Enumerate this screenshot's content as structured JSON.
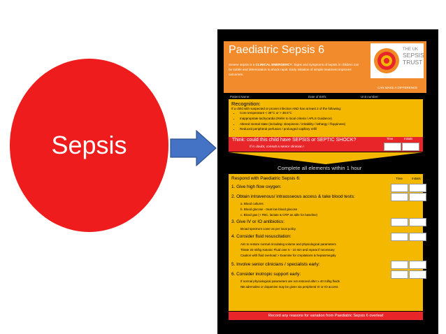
{
  "circle": {
    "label": "Sepsis"
  },
  "poster": {
    "title": "Paediatric Sepsis 6",
    "intro": {
      "prefix": "Severe sepsis is a ",
      "emphasis": "CLINICAL EMERGENCY",
      "rest": ". Signs and symptoms of sepsis in children can be subtle and deterioration to shock rapid. Early initiation of simple treatment improves outcomes."
    },
    "logo": {
      "line1": "THE UK",
      "line2": "SEPSIS",
      "line3": "TRUST"
    },
    "tagline": "CAN MAKE A DIFFERENCE",
    "patient_labels": [
      "Patient Name:",
      "Date of Birth:",
      "Unit number:"
    ],
    "recognition": {
      "title": "Recognition:",
      "subtitle": "If a child with suspected or proven infection AND has at least 2 of the following:",
      "criteria": [
        "Core temperature < 36°C or > 38.5°C",
        "Inappropriate tachycardia (Refer to local criteria / APLS Guidance)",
        "Altered mental state (including: sleepiness / irritability / lethargy / floppiness)",
        "Reduced peripheral perfusion / prolonged capillary refill"
      ]
    },
    "think": {
      "question": "Think: could this child have SEPSIS or SEPTIC SHOCK?",
      "advice": "If in doubt, consult a senior clinician !",
      "time_label": "Time",
      "initials_label": "Initials"
    },
    "complete": "Complete all elements within 1 hour",
    "respond": {
      "title": "Respond with Paediatric Sepsis 6:",
      "time_label": "Time",
      "initials_label": "Initials",
      "s1": {
        "title": "1. Give high flow oxygen:"
      },
      "s2": {
        "title": "2. Obtain intravenous/ intraosseous access & take blood tests:",
        "a": "a. Blood cultures",
        "b": "b. Blood glucose - treat low blood glucose",
        "c": "c. Blood gas (+ FBC, lactate & CRP as able for baseline)"
      },
      "s3": {
        "title": "3. Give IV or IO antibiotics:",
        "a": "Broad spectrum cover as per local policy"
      },
      "s4": {
        "title": "4. Consider fluid resuscitation:",
        "a": "Aim to restore normal circulating volume and physiological parameters",
        "b": "Titrate 20 ml/kg Isotonic Fluid over 5 - 10 min and repeat if necessary",
        "c": "Caution with fluid overload > Examine for crepitations & hepatomegaly"
      },
      "s5": {
        "title": "5. Involve senior clinicians / specialists early:"
      },
      "s6": {
        "title": "6. Consider inotropic support early:",
        "a": "If normal physiological parameters are not restored after ≥ 40 ml/kg fluids",
        "b": "NB adrenaline or dopamine may be given via peripheral IV or IO access"
      }
    },
    "footer": "Record any reasons for variation from Paediatric Sepsis 6 overleaf"
  },
  "colors": {
    "circle": "#ee1c1c",
    "arrow": "#4472c4",
    "header": "#f28b2b",
    "box": "#f5b800",
    "alert": "#e8262a"
  }
}
